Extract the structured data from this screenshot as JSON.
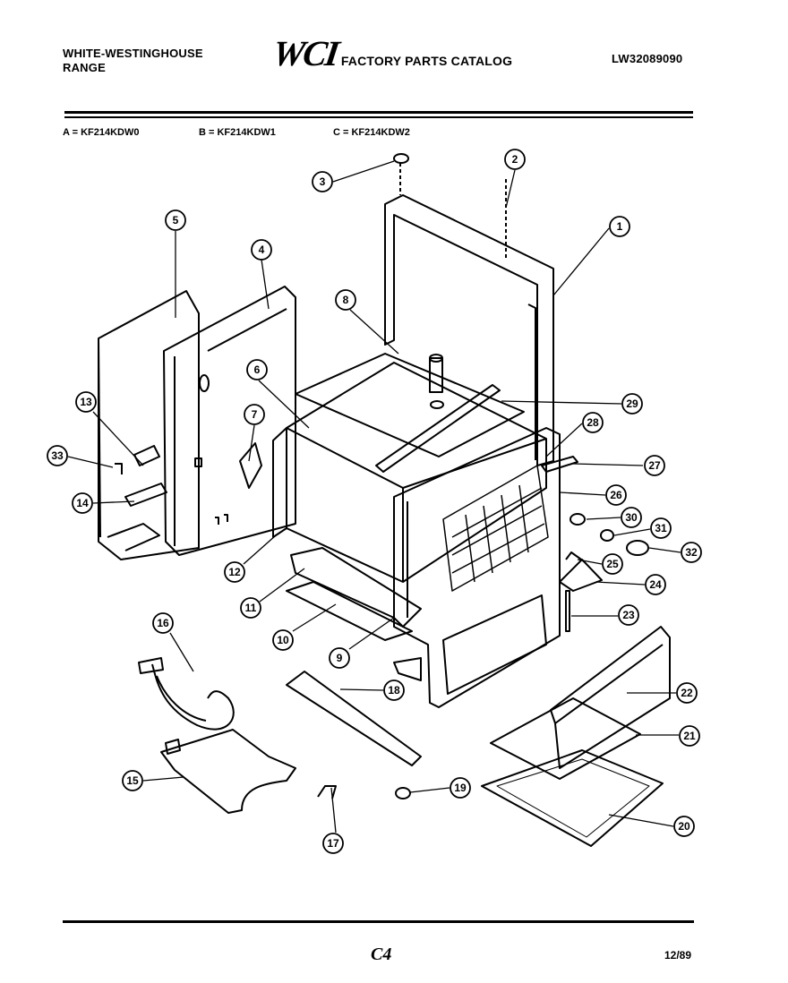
{
  "header": {
    "brand_line1": "WHITE-WESTINGHOUSE",
    "brand_line2": "RANGE",
    "logo": "WCI",
    "catalog_title": "FACTORY PARTS CATALOG",
    "catalog_number": "LW32089090"
  },
  "models": {
    "a": "A = KF214KDW0",
    "b": "B = KF214KDW1",
    "c": "C = KF214KDW2"
  },
  "callouts": [
    {
      "num": "1"
    },
    {
      "num": "2"
    },
    {
      "num": "3"
    },
    {
      "num": "4"
    },
    {
      "num": "5"
    },
    {
      "num": "6"
    },
    {
      "num": "7"
    },
    {
      "num": "8"
    },
    {
      "num": "9"
    },
    {
      "num": "10"
    },
    {
      "num": "11"
    },
    {
      "num": "12"
    },
    {
      "num": "13"
    },
    {
      "num": "14"
    },
    {
      "num": "15"
    },
    {
      "num": "16"
    },
    {
      "num": "17"
    },
    {
      "num": "18"
    },
    {
      "num": "19"
    },
    {
      "num": "20"
    },
    {
      "num": "21"
    },
    {
      "num": "22"
    },
    {
      "num": "23"
    },
    {
      "num": "24"
    },
    {
      "num": "25"
    },
    {
      "num": "26"
    },
    {
      "num": "27"
    },
    {
      "num": "28"
    },
    {
      "num": "29"
    },
    {
      "num": "30"
    },
    {
      "num": "31"
    },
    {
      "num": "32"
    },
    {
      "num": "33"
    }
  ],
  "footer": {
    "page_code": "C4",
    "date": "12/89"
  },
  "colors": {
    "ink": "#000000",
    "paper": "#ffffff"
  }
}
